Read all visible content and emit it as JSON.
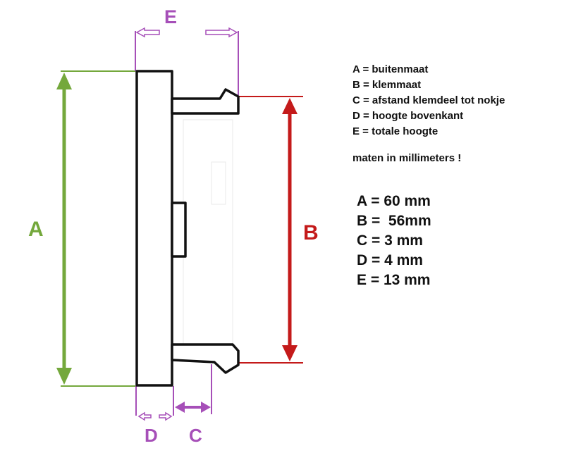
{
  "labels": {
    "a": "A",
    "b": "B",
    "c": "C",
    "d": "D",
    "e": "E"
  },
  "legend": [
    "A = buitenmaat",
    "B = klemmaat",
    "C = afstand klemdeel tot nokje",
    "D = hoogte bovenkant",
    "E = totale hoogte"
  ],
  "note": "maten in millimeters !",
  "values": [
    "A = 60 mm",
    "B =  56mm",
    "C = 3 mm",
    "D = 4 mm",
    "E = 13 mm"
  ],
  "colors": {
    "a": "#74a83c",
    "b": "#c41a1a",
    "e_d_c": "#a64fb8",
    "outline": "#111111"
  }
}
